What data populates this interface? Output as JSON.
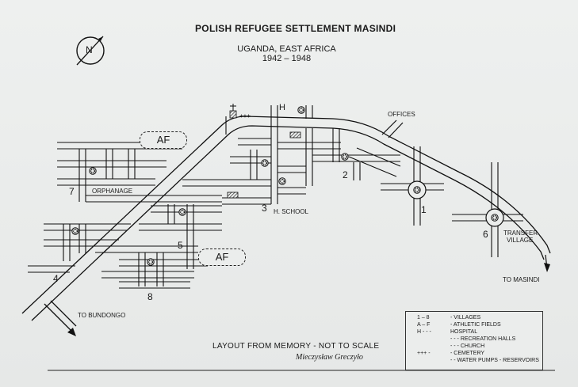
{
  "title": "POLISH REFUGEE SETTLEMENT MASINDI",
  "subtitle_location": "UGANDA, EAST AFRICA",
  "subtitle_years": "1942 – 1948",
  "compass_letter": "N",
  "places": {
    "offices": "OFFICES",
    "orphanage": "ORPHANAGE",
    "h_school": "H. SCHOOL",
    "transfer_village_1": "TRANSFER",
    "transfer_village_2": "VILLAGE",
    "to_masindi": "TO MASINDI",
    "to_bundongo": "TO BUNDONGO",
    "hospital_letter": "H"
  },
  "athletic_fields": [
    "AF",
    "AF"
  ],
  "villages": [
    "1",
    "2",
    "3",
    "4",
    "5",
    "6",
    "7",
    "8"
  ],
  "footer": {
    "note": "LAYOUT FROM MEMORY - NOT TO SCALE",
    "author": "Mieczysław Greczyło"
  },
  "legend": [
    {
      "symbol": "1 – 8",
      "label": "-  VILLAGES"
    },
    {
      "symbol": "A – F",
      "label": "-  ATHLETIC FIELDS"
    },
    {
      "symbol": "H - - -",
      "label": "HOSPITAL"
    },
    {
      "symbol": "hatched-box-icon",
      "label": "- - -  RECREATION HALLS"
    },
    {
      "symbol": "church-icon",
      "label": "- - -  CHURCH"
    },
    {
      "symbol": "+++ -",
      "label": "-  CEMETERY"
    },
    {
      "symbol": "pump-icon",
      "label": "- -  WATER PUMPS - RESERVOIRS"
    }
  ],
  "colors": {
    "paper": "#ebedec",
    "ink": "#1a1a1a"
  }
}
